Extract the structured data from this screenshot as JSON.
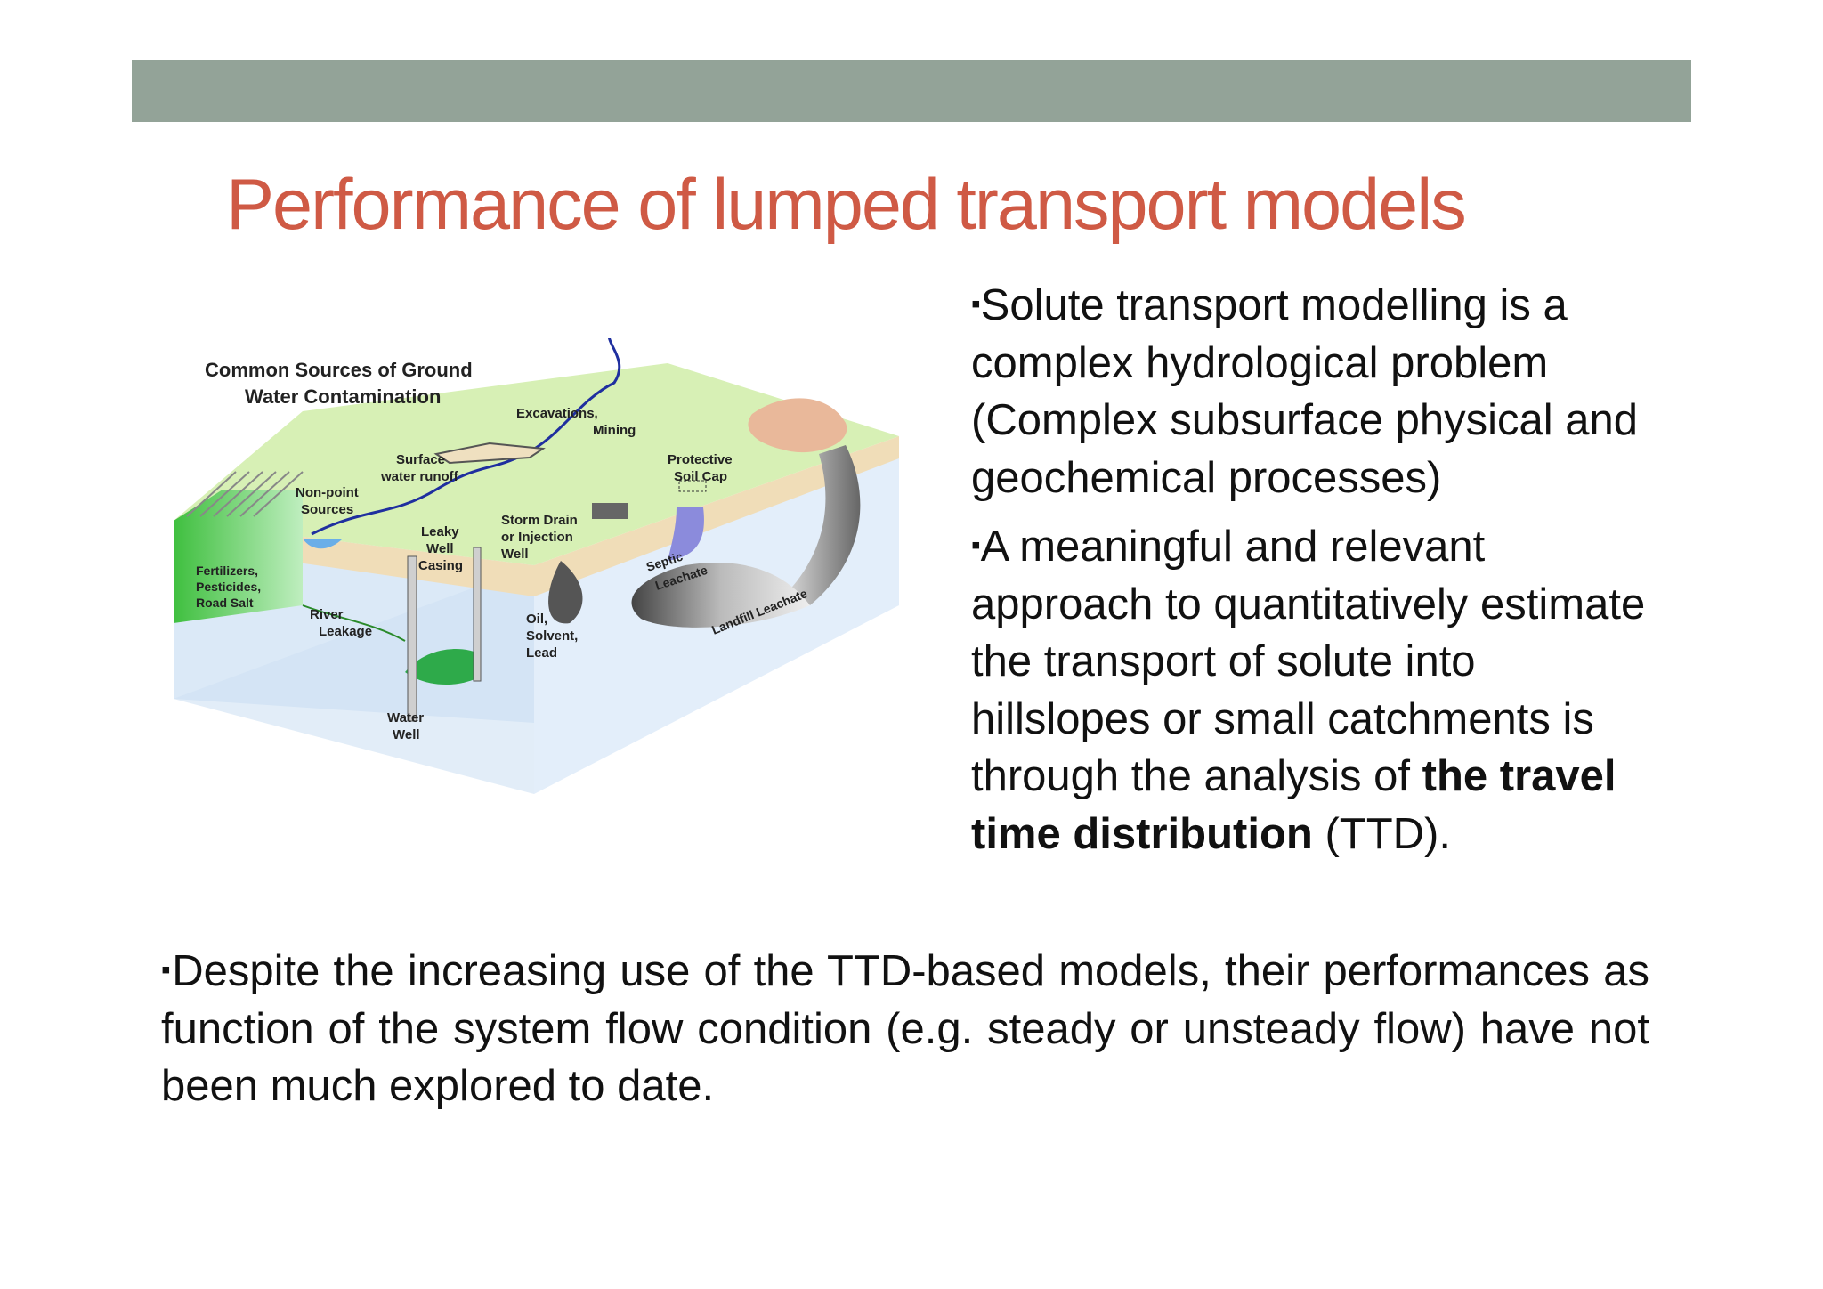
{
  "slide": {
    "title": "Performance of lumped transport models"
  },
  "diagram": {
    "title_line1": "Common Sources of Ground",
    "title_line2": "Water Contamination",
    "labels": {
      "excavations_1": "Excavations,",
      "excavations_2": "Mining",
      "surface_1": "Surface",
      "surface_2": "water runoff",
      "protective_1": "Protective",
      "protective_2": "Soil Cap",
      "nonpoint_1": "Non-point",
      "nonpoint_2": "Sources",
      "storm_1": "Storm Drain",
      "storm_2": "or Injection",
      "storm_3": "Well",
      "leaky_1": "Leaky",
      "leaky_2": "Well",
      "leaky_3": "Casing",
      "fert_1": "Fertilizers,",
      "fert_2": "Pesticides,",
      "fert_3": "Road Salt",
      "septic_1": "Septic",
      "septic_2": "Leachate",
      "landfill": "Landfill Leachate",
      "river_1": "River",
      "river_2": "Leakage",
      "oil_1": "Oil,",
      "oil_2": "Solvent,",
      "oil_3": "Lead",
      "water_1": "Water",
      "water_2": "Well"
    }
  },
  "right_column": {
    "bullet_char": "▪",
    "para1": "Solute transport modelling is a complex hydrological problem (Complex subsurface physical and geochemical processes)",
    "para2_before": "A meaningful and relevant approach to quantitatively estimate the transport of solute into hillslopes or small catchments is through the analysis of ",
    "para2_bold": "the travel time distribution",
    "para2_after": " (TTD)."
  },
  "bottom": {
    "bullet_char": "▪",
    "text": "Despite the increasing use of the TTD-based models, their performances as function of the system flow condition (e.g. steady or unsteady flow) have not been much explored to date."
  },
  "colors": {
    "top_bar": "#93a398",
    "title": "#cf5a45",
    "text": "#111111"
  }
}
